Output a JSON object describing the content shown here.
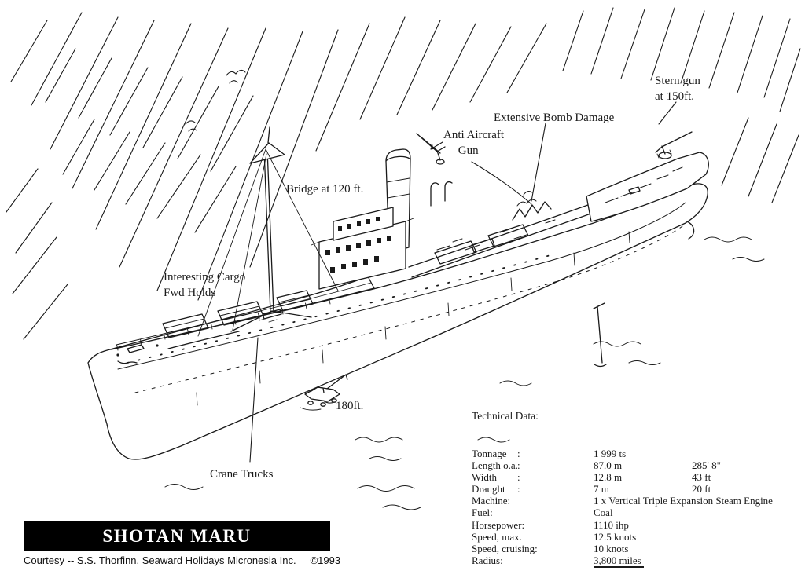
{
  "drawing": {
    "labels": [
      {
        "id": "stern-gun",
        "text": "Stern gun\nat 150ft."
      },
      {
        "id": "bomb-damage",
        "text": "Extensive Bomb Damage"
      },
      {
        "id": "aa-gun",
        "text": "Anti Aircraft\n     Gun"
      },
      {
        "id": "bridge",
        "text": "Bridge at 120 ft."
      },
      {
        "id": "cargo",
        "text": "Interesting Cargo\nFwd Holds"
      },
      {
        "id": "depth-180",
        "text": "180ft."
      },
      {
        "id": "crane-trucks",
        "text": "Crane Trucks"
      }
    ]
  },
  "technical_data": {
    "heading": "Technical Data:",
    "rows": [
      {
        "label": "Tonnage",
        "colon": ":",
        "value": "1 999 ts",
        "extra": ""
      },
      {
        "label": "Length o.a.",
        "colon": ":",
        "value": "87.0 m",
        "extra": "285' 8\""
      },
      {
        "label": "Width",
        "colon": ":",
        "value": "12.8 m",
        "extra": "43 ft"
      },
      {
        "label": "Draught",
        "colon": ":",
        "value": "7 m",
        "extra": "20 ft"
      },
      {
        "label": "Machine:",
        "colon": "",
        "value": "1 x Vertical Triple Expansion Steam Engine",
        "extra": ""
      },
      {
        "label": "Fuel:",
        "colon": "",
        "value": "Coal",
        "extra": ""
      },
      {
        "label": "Horsepower:",
        "colon": "",
        "value": "1110 ihp",
        "extra": ""
      },
      {
        "label": "Speed, max.",
        "colon": "",
        "value": "12.5 knots",
        "extra": ""
      },
      {
        "label": "Speed, cruising:",
        "colon": "",
        "value": "10 knots",
        "extra": ""
      },
      {
        "label": "Radius:",
        "colon": "",
        "value": "3,800 miles",
        "extra": ""
      }
    ]
  },
  "footer": {
    "title": "SHOTAN MARU",
    "credit": "Courtesy -- S.S. Thorfinn, Seaward Holidays Micronesia Inc.",
    "copyright": "©1993"
  },
  "colors": {
    "ink": "#1a1a1a",
    "paper": "#ffffff",
    "title_bg": "#000000",
    "title_fg": "#ffffff"
  }
}
